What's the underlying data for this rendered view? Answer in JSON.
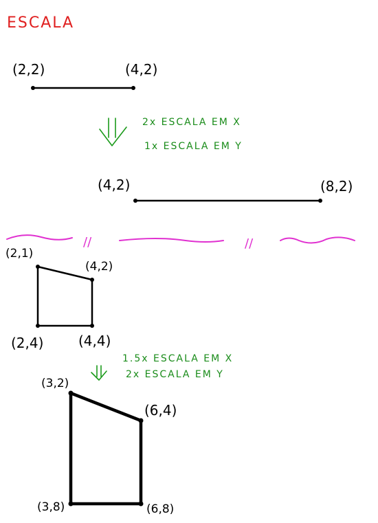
{
  "title": "ESCALA",
  "colors": {
    "title": "#e02020",
    "ink": "#000000",
    "annotation": "#1a8c1a",
    "separator": "#e030d0"
  },
  "segment": {
    "original": {
      "start_label": "(2,2)",
      "end_label": "(4,2)"
    },
    "transform": {
      "arrow_icon": "double-down-arrow",
      "line1": "2x ESCALA EM X",
      "line2": "1x ESCALA EM Y"
    },
    "result": {
      "start_label": "(4,2)",
      "end_label": "(8,2)"
    }
  },
  "separator_marks": [
    "//",
    "//"
  ],
  "quad": {
    "original": {
      "top_left_label": "(2,1)",
      "top_right_label": "(4,2)",
      "bottom_left_label": "(2,4)",
      "bottom_right_label": "(4,4)"
    },
    "transform": {
      "arrow_icon": "double-down-arrow",
      "line1": "1.5x ESCALA EM X",
      "line2": "2x ESCALA EM Y"
    },
    "result": {
      "top_left_label": "(3,2)",
      "top_right_label": "(6,4)",
      "bottom_left_label": "(3,8)",
      "bottom_right_label": "(6,8)"
    }
  }
}
